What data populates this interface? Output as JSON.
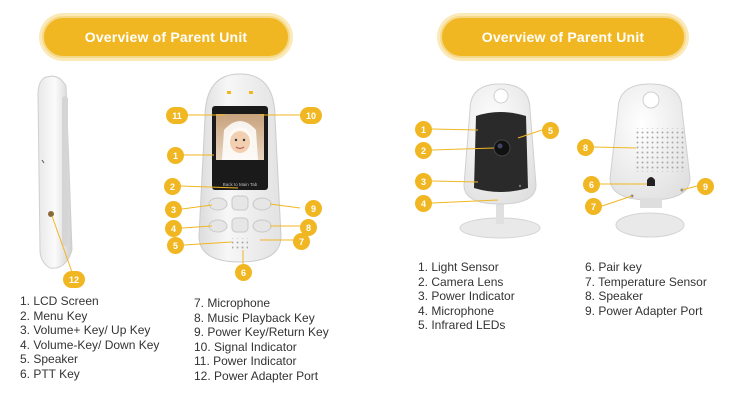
{
  "headers": {
    "left": "Overview of Parent Unit",
    "right": "Overview of Parent Unit"
  },
  "screen": {
    "caption": "Back to Main Tab"
  },
  "callouts": {
    "n1": "1",
    "n2": "2",
    "n3": "3",
    "n4": "4",
    "n5": "5",
    "n6": "6",
    "n7": "7",
    "n8": "8",
    "n9": "9",
    "n10": "10",
    "n11": "11",
    "n12": "12"
  },
  "legend_parent": {
    "col1": [
      "1. LCD Screen",
      "2. Menu Key",
      "3. Volume+ Key/ Up Key",
      "4. Volume-Key/ Down Key",
      "5. Speaker",
      "6. PTT Key"
    ],
    "col2": [
      "7. Microphone",
      "8. Music Playback Key",
      "9. Power Key/Return Key",
      "10. Signal Indicator",
      "11. Power Indicator",
      "12. Power Adapter Port"
    ]
  },
  "legend_camera": {
    "col1": [
      "1. Light Sensor",
      "2. Camera Lens",
      "3. Power Indicator",
      "4. Microphone",
      "5. Infrared LEDs"
    ],
    "col2": [
      "6. Pair key",
      "7. Temperature Sensor",
      "8. Speaker",
      "9. Power Adapter Port"
    ]
  },
  "colors": {
    "accent": "#f0b722",
    "device_body": "#f4f4f4"
  }
}
